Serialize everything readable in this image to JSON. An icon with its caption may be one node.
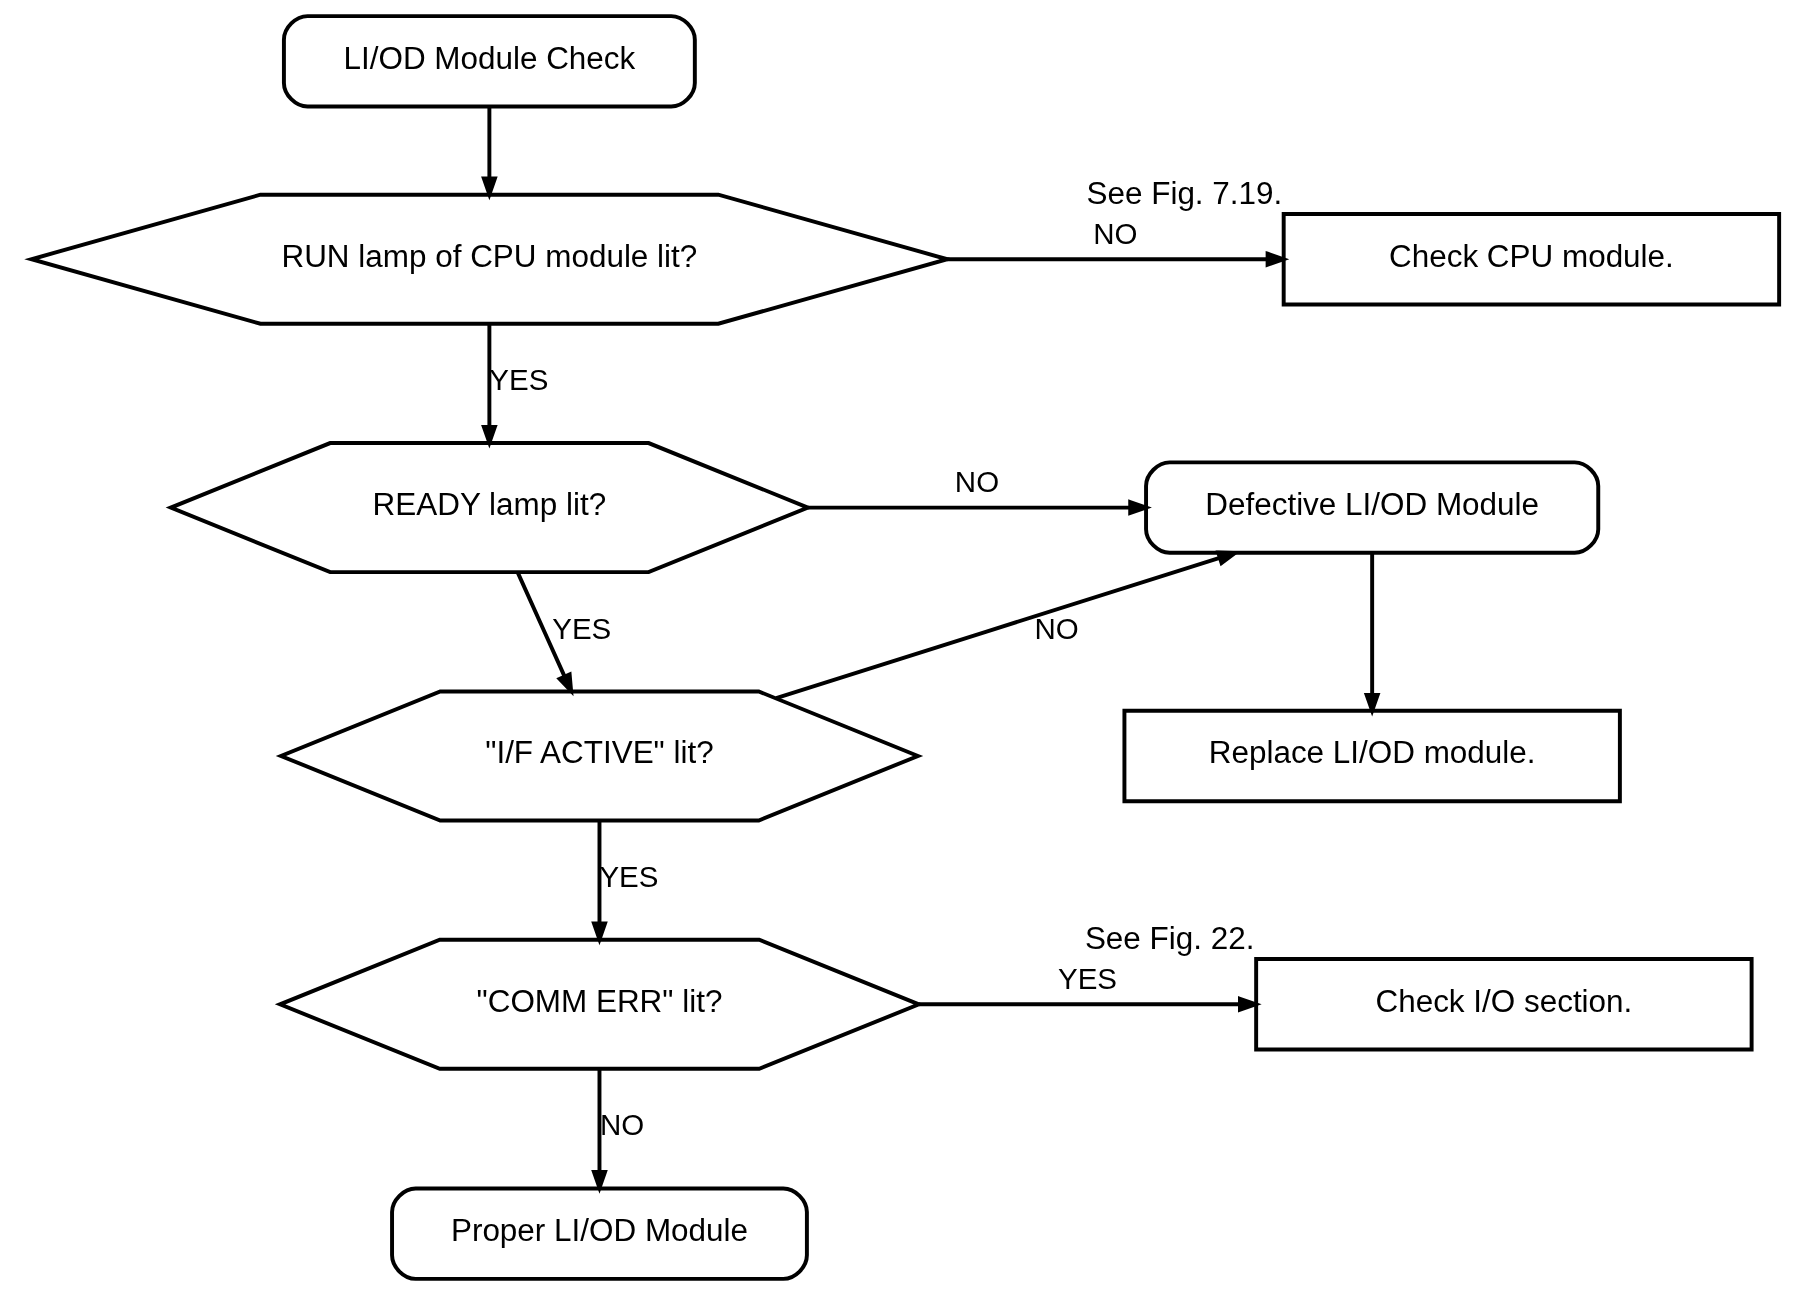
{
  "diagram": {
    "nodes": [
      {
        "text": [
          "LI/OD Module Check"
        ]
      },
      {
        "text": [
          "RUN lamp of CPU module lit?"
        ]
      },
      {
        "text": [
          "Check CPU module."
        ],
        "beside": [
          "See Fig. 7.19."
        ]
      },
      {
        "text": [
          "READY lamp lit?"
        ]
      },
      {
        "text": [
          "Defective LI/OD Module"
        ]
      },
      {
        "text": [
          "Replace LI/OD module."
        ]
      },
      {
        "text": [
          "\"I/F ACTIVE\" lit?"
        ]
      },
      {
        "text": [
          "\"COMM ERR\" lit?"
        ]
      },
      {
        "text": [
          "Check I/O section."
        ],
        "beside": [
          "See Fig. 22."
        ]
      },
      {
        "text": [
          "Proper LI/OD Module"
        ]
      }
    ],
    "edges": [
      {
        "from": 0,
        "to": 1,
        "arrow": "to"
      },
      {
        "from": 1,
        "to": 2,
        "arrow": "to",
        "label": "NO"
      },
      {
        "from": 1,
        "to": 3,
        "arrow": "to",
        "label": "YES"
      },
      {
        "from": 3,
        "to": 4,
        "arrow": "to",
        "label": "NO"
      },
      {
        "from": 3,
        "to": 6,
        "arrow": "to",
        "label": "YES"
      },
      {
        "from": 6,
        "to": 4,
        "arrow": "to",
        "label": "NO"
      },
      {
        "from": 4,
        "to": 5,
        "arrow": "to"
      },
      {
        "from": 6,
        "to": 7,
        "arrow": "to",
        "label": "YES"
      },
      {
        "from": 7,
        "to": 8,
        "arrow": "to",
        "label": "YES"
      },
      {
        "from": 7,
        "to": 9,
        "arrow": "to",
        "label": "NO"
      }
    ]
  }
}
